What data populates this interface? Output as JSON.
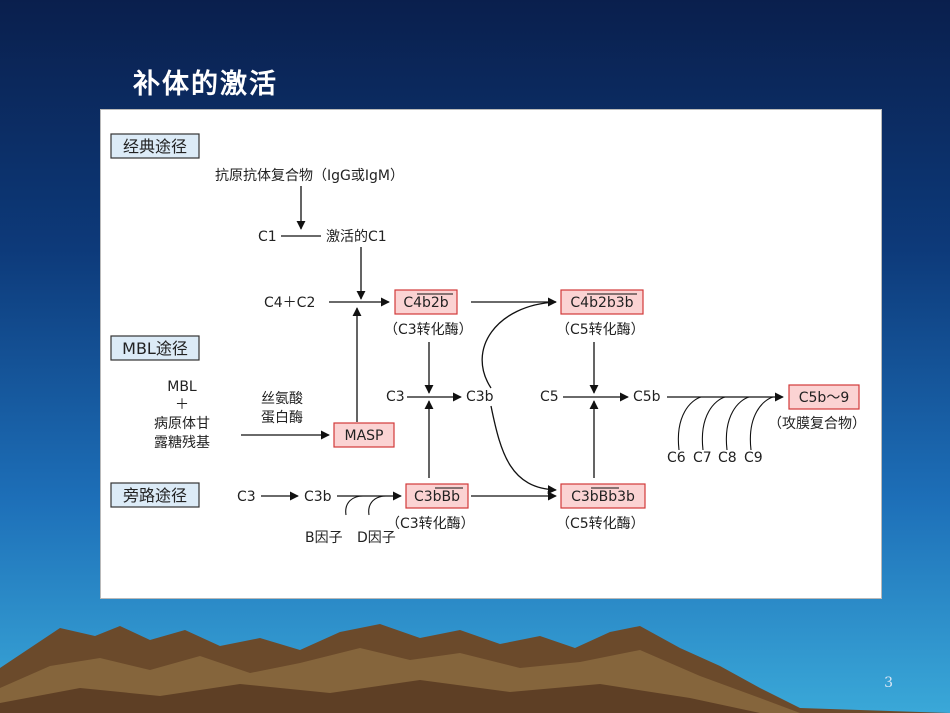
{
  "slide": {
    "title": "补体的激活",
    "page_number": "3"
  },
  "pathways": {
    "classical": "经典途径",
    "mbl": "MBL途径",
    "alternative": "旁路途径"
  },
  "nodes": {
    "antigen_antibody": "抗原抗体复合物（IgG或IgM）",
    "c1": "C1",
    "activated_c1": "激活的C1",
    "c4_c2": "C4＋C2",
    "c4b2b": "C4b2b",
    "c3_convertase_1": "（C3转化酶）",
    "c4b2b3b": "C4b2b3b",
    "c5_convertase_1": "（C5转化酶）",
    "mbl": "MBL",
    "plus": "＋",
    "pathogen_1": "病原体甘",
    "pathogen_2": "露糖残基",
    "serine_1": "丝氨酸",
    "serine_2": "蛋白酶",
    "masp": "MASP",
    "c3_mid": "C3",
    "c3b_mid": "C3b",
    "c5": "C5",
    "c5b": "C5b",
    "c5b9": "C5b～9",
    "mac": "（攻膜复合物）",
    "c6": "C6",
    "c7": "C7",
    "c8": "C8",
    "c9": "C9",
    "c3_alt": "C3",
    "c3b_alt": "C3b",
    "c3bbb": "C3bBb",
    "c3_convertase_2": "（C3转化酶）",
    "c3bbb3b": "C3bBb3b",
    "c5_convertase_2": "（C5转化酶）",
    "factor_b": "B因子",
    "factor_d": "D因子"
  },
  "colors": {
    "box_fill": "#fbd3d3",
    "box_stroke": "#d13a3a",
    "label_fill": "#dcebf7",
    "label_stroke": "#333333"
  }
}
